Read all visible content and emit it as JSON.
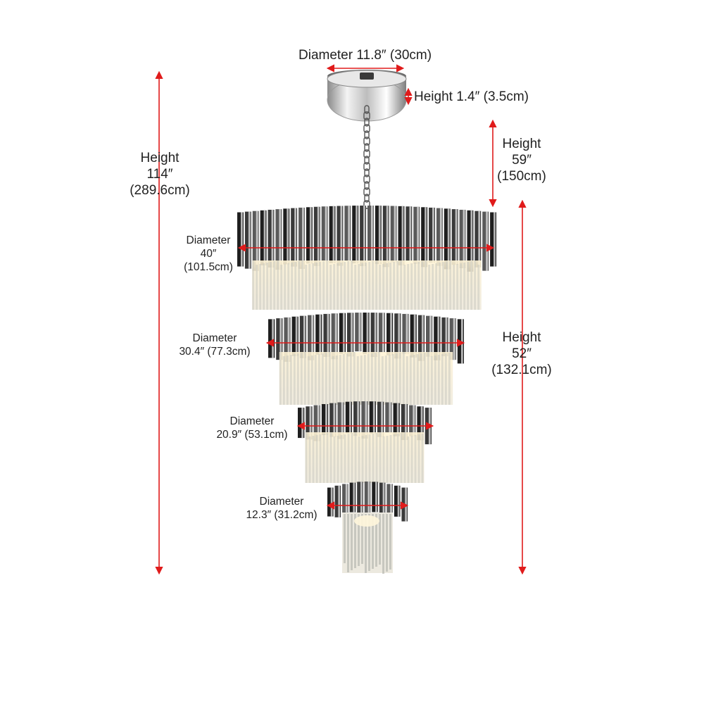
{
  "colors": {
    "dimension_line": "#e01b1b",
    "chrome_dark": "#2b2b2b",
    "chrome_light": "#f2f2f2",
    "crystal": "#dcdcd2",
    "warm_glow": "#f3e6c4"
  },
  "labels": {
    "canopy_diameter": "Diameter 11.8″  (30cm)",
    "canopy_height": "Height  1.4″  (3.5cm)",
    "chain_height": {
      "l1": "Height",
      "l2": "59″",
      "l3": "(150cm)"
    },
    "overall_height": {
      "l1": "Height",
      "l2": "114″",
      "l3": "(289.6cm)"
    },
    "body_height": {
      "l1": "Height",
      "l2": "52″",
      "l3": "(132.1cm)"
    },
    "tier1": {
      "l1": "Diameter",
      "l2": "40″",
      "l3": "(101.5cm)"
    },
    "tier2": {
      "l1": "Diameter",
      "l2": "30.4″  (77.3cm)"
    },
    "tier3": {
      "l1": "Diameter",
      "l2": "20.9″  (53.1cm)"
    },
    "tier4": {
      "l1": "Diameter",
      "l2": "12.3″  (31.2cm)"
    }
  }
}
